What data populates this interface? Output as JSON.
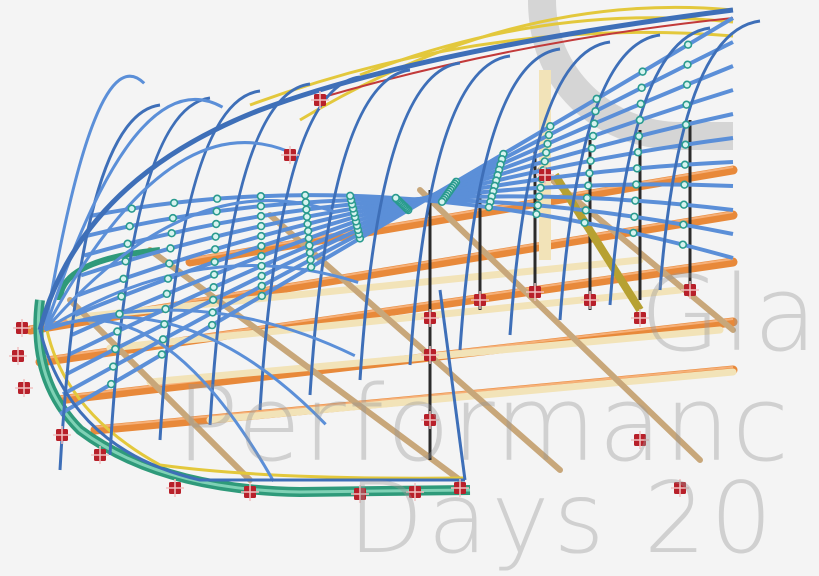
{
  "watermark": {
    "line1": "Gla",
    "line2": "Performanc",
    "line3": "Days 20"
  },
  "colors": {
    "background": "#f4f4f4",
    "ring": "#cfcfcf",
    "rib": "#5b8fd8",
    "rib_dark": "#3e6fb8",
    "node": "#2a9b8f",
    "node_fill": "#d7f3ef",
    "orange_beam": "#e8893a",
    "cream_beam": "#f2e3b8",
    "tan_beam": "#c8a77a",
    "yellow_arch": "#e3c83c",
    "green_base": "#2f9a7a",
    "support": "#b8202a",
    "post": "#2b2b2b",
    "red_line": "#c23a3a"
  }
}
